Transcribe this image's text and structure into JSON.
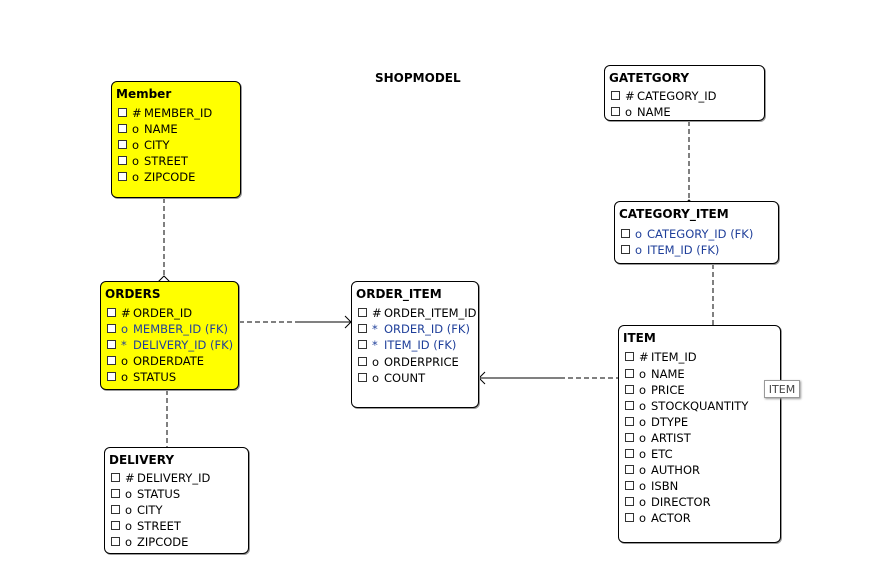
{
  "title": "SHOPMODEL",
  "tooltip": "ITEM",
  "colors": {
    "entity_highlight": "#ffff00",
    "foreign_key_text": "#1f3f9a",
    "line": "#000000"
  },
  "entities": {
    "member": {
      "name": "Member",
      "attributes": [
        {
          "symbol": "#",
          "label": "MEMBER_ID"
        },
        {
          "symbol": "o",
          "label": "NAME"
        },
        {
          "symbol": "o",
          "label": "CITY"
        },
        {
          "symbol": "o",
          "label": "STREET"
        },
        {
          "symbol": "o",
          "label": "ZIPCODE"
        }
      ]
    },
    "orders": {
      "name": "ORDERS",
      "attributes": [
        {
          "symbol": "#",
          "label": "ORDER_ID"
        },
        {
          "symbol": "o",
          "label": "MEMBER_ID (FK)"
        },
        {
          "symbol": "*",
          "label": "DELIVERY_ID (FK)"
        },
        {
          "symbol": "o",
          "label": "ORDERDATE"
        },
        {
          "symbol": "o",
          "label": "STATUS"
        }
      ]
    },
    "delivery": {
      "name": "DELIVERY",
      "attributes": [
        {
          "symbol": "#",
          "label": "DELIVERY_ID"
        },
        {
          "symbol": "o",
          "label": "STATUS"
        },
        {
          "symbol": "o",
          "label": "CITY"
        },
        {
          "symbol": "o",
          "label": "STREET"
        },
        {
          "symbol": "o",
          "label": "ZIPCODE"
        }
      ]
    },
    "order_item": {
      "name": "ORDER_ITEM",
      "attributes": [
        {
          "symbol": "#",
          "label": "ORDER_ITEM_ID"
        },
        {
          "symbol": "*",
          "label": "ORDER_ID (FK)"
        },
        {
          "symbol": "*",
          "label": "ITEM_ID (FK)"
        },
        {
          "symbol": "o",
          "label": "ORDERPRICE"
        },
        {
          "symbol": "o",
          "label": "COUNT"
        }
      ]
    },
    "gatetgory": {
      "name": "GATETGORY",
      "attributes": [
        {
          "symbol": "#",
          "label": "CATEGORY_ID"
        },
        {
          "symbol": "o",
          "label": "NAME"
        }
      ]
    },
    "category_item": {
      "name": "CATEGORY_ITEM",
      "attributes": [
        {
          "symbol": "o",
          "label": "CATEGORY_ID (FK)"
        },
        {
          "symbol": "o",
          "label": "ITEM_ID (FK)"
        }
      ]
    },
    "item": {
      "name": "ITEM",
      "attributes": [
        {
          "symbol": "#",
          "label": "ITEM_ID"
        },
        {
          "symbol": "o",
          "label": "NAME"
        },
        {
          "symbol": "o",
          "label": "PRICE"
        },
        {
          "symbol": "o",
          "label": "STOCKQUANTITY"
        },
        {
          "symbol": "o",
          "label": "DTYPE"
        },
        {
          "symbol": "o",
          "label": "ARTIST"
        },
        {
          "symbol": "o",
          "label": "ETC"
        },
        {
          "symbol": "o",
          "label": "AUTHOR"
        },
        {
          "symbol": "o",
          "label": "ISBN"
        },
        {
          "symbol": "o",
          "label": "DIRECTOR"
        },
        {
          "symbol": "o",
          "label": "ACTOR"
        }
      ]
    }
  }
}
